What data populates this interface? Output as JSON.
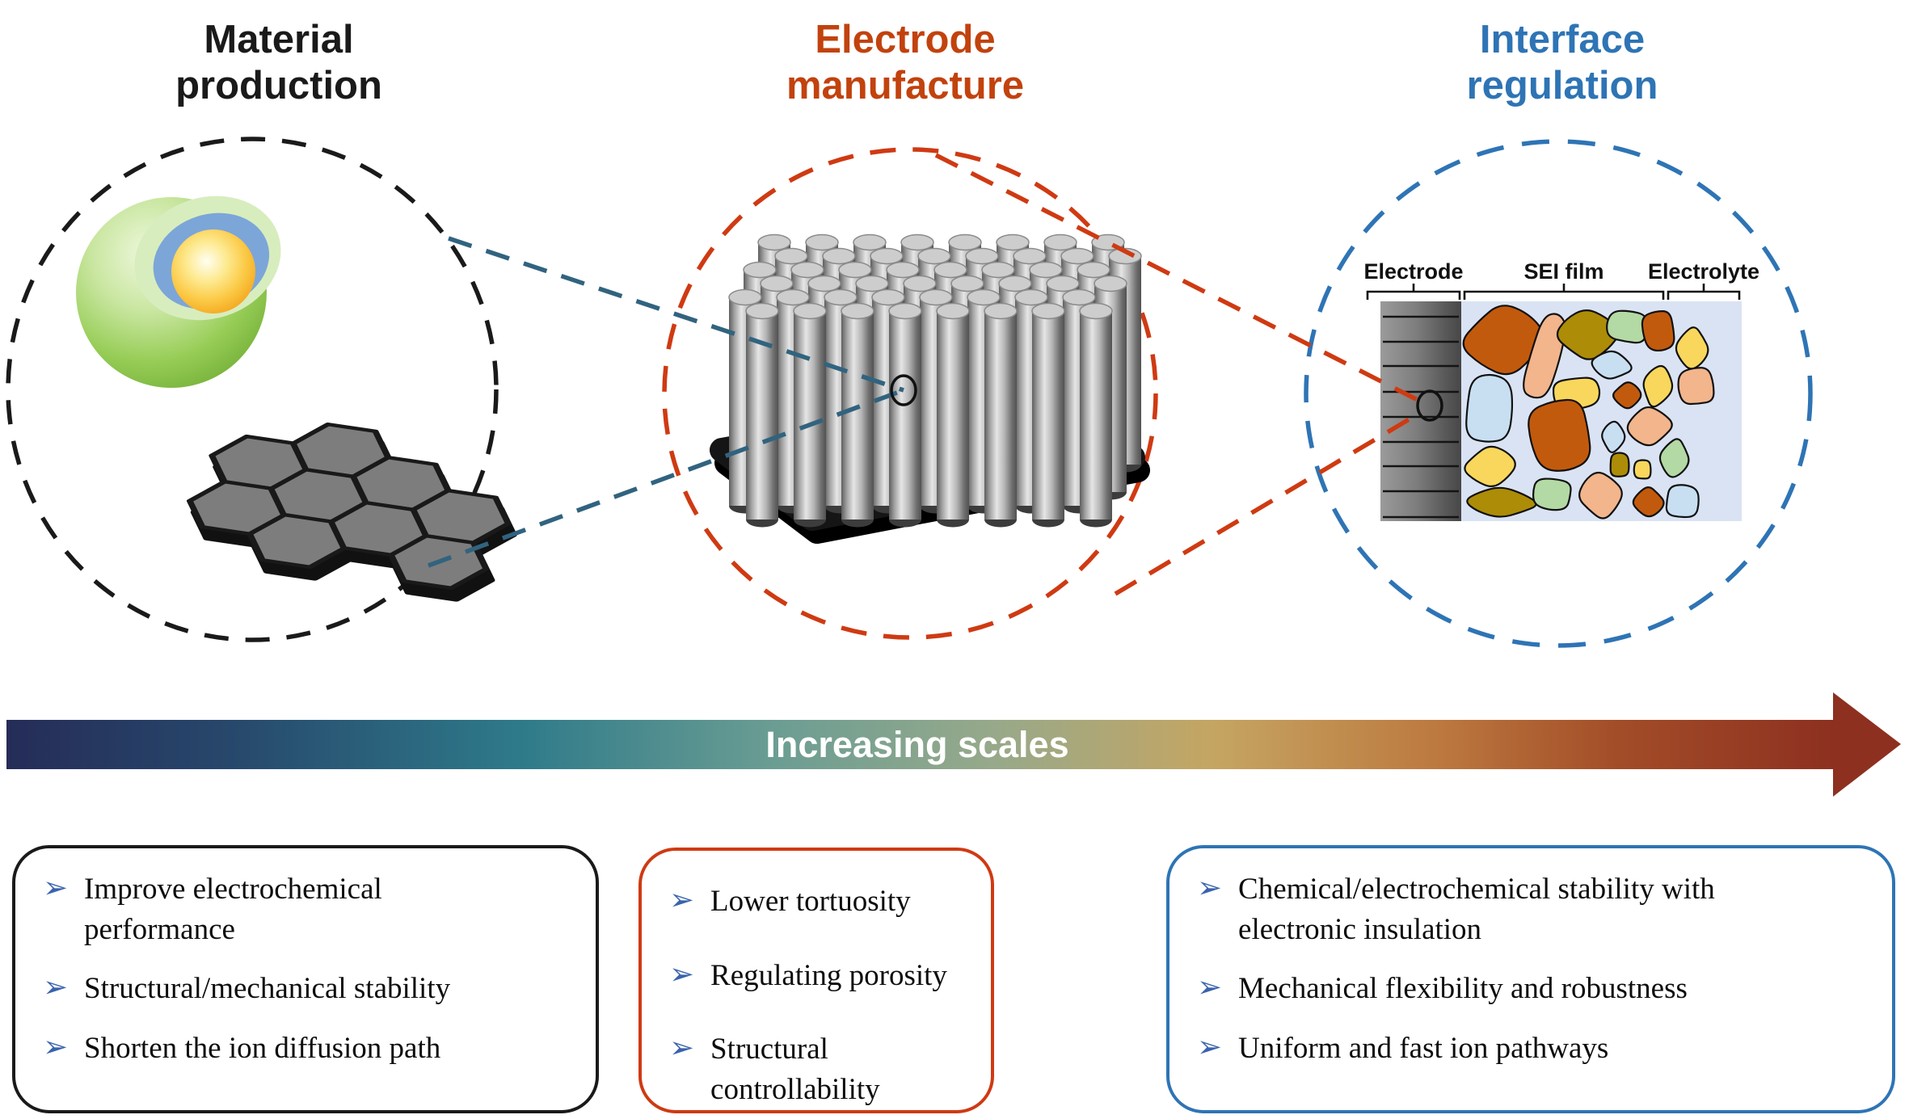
{
  "titles": {
    "material": {
      "line1": "Material",
      "line2": "production",
      "color": "#1a1a1a"
    },
    "electrode": {
      "line1": "Electrode",
      "line2": "manufacture",
      "color": "#c2420d"
    },
    "interface": {
      "line1": "Interface",
      "line2": "regulation",
      "color": "#2e74b5"
    }
  },
  "scale_arrow": {
    "label": "Increasing scales"
  },
  "interface_panel": {
    "electrode_label": "Electrode",
    "sei_label": "SEI film",
    "electrolyte_label": "Electrolyte"
  },
  "bullet_glyph": "➢",
  "colors": {
    "material_accent": "#1a1a1a",
    "electrode_accent": "#cf3a12",
    "interface_accent": "#2e74b5",
    "connector_blue": "#31637f",
    "bullet_blue": "#3a63ad"
  },
  "boxes": [
    {
      "accent": "#1a1a1a",
      "items": [
        "Improve electrochemical performance",
        "Structural/mechanical stability",
        "Shorten the ion diffusion path"
      ]
    },
    {
      "accent": "#cf3a12",
      "items": [
        "Lower tortuosity",
        "Regulating porosity",
        "Structural controllability"
      ]
    },
    {
      "accent": "#2e74b5",
      "items": [
        "Chemical/electrochemical stability with electronic insulation",
        "Mechanical flexibility and robustness",
        "Uniform and fast ion pathways"
      ]
    }
  ]
}
